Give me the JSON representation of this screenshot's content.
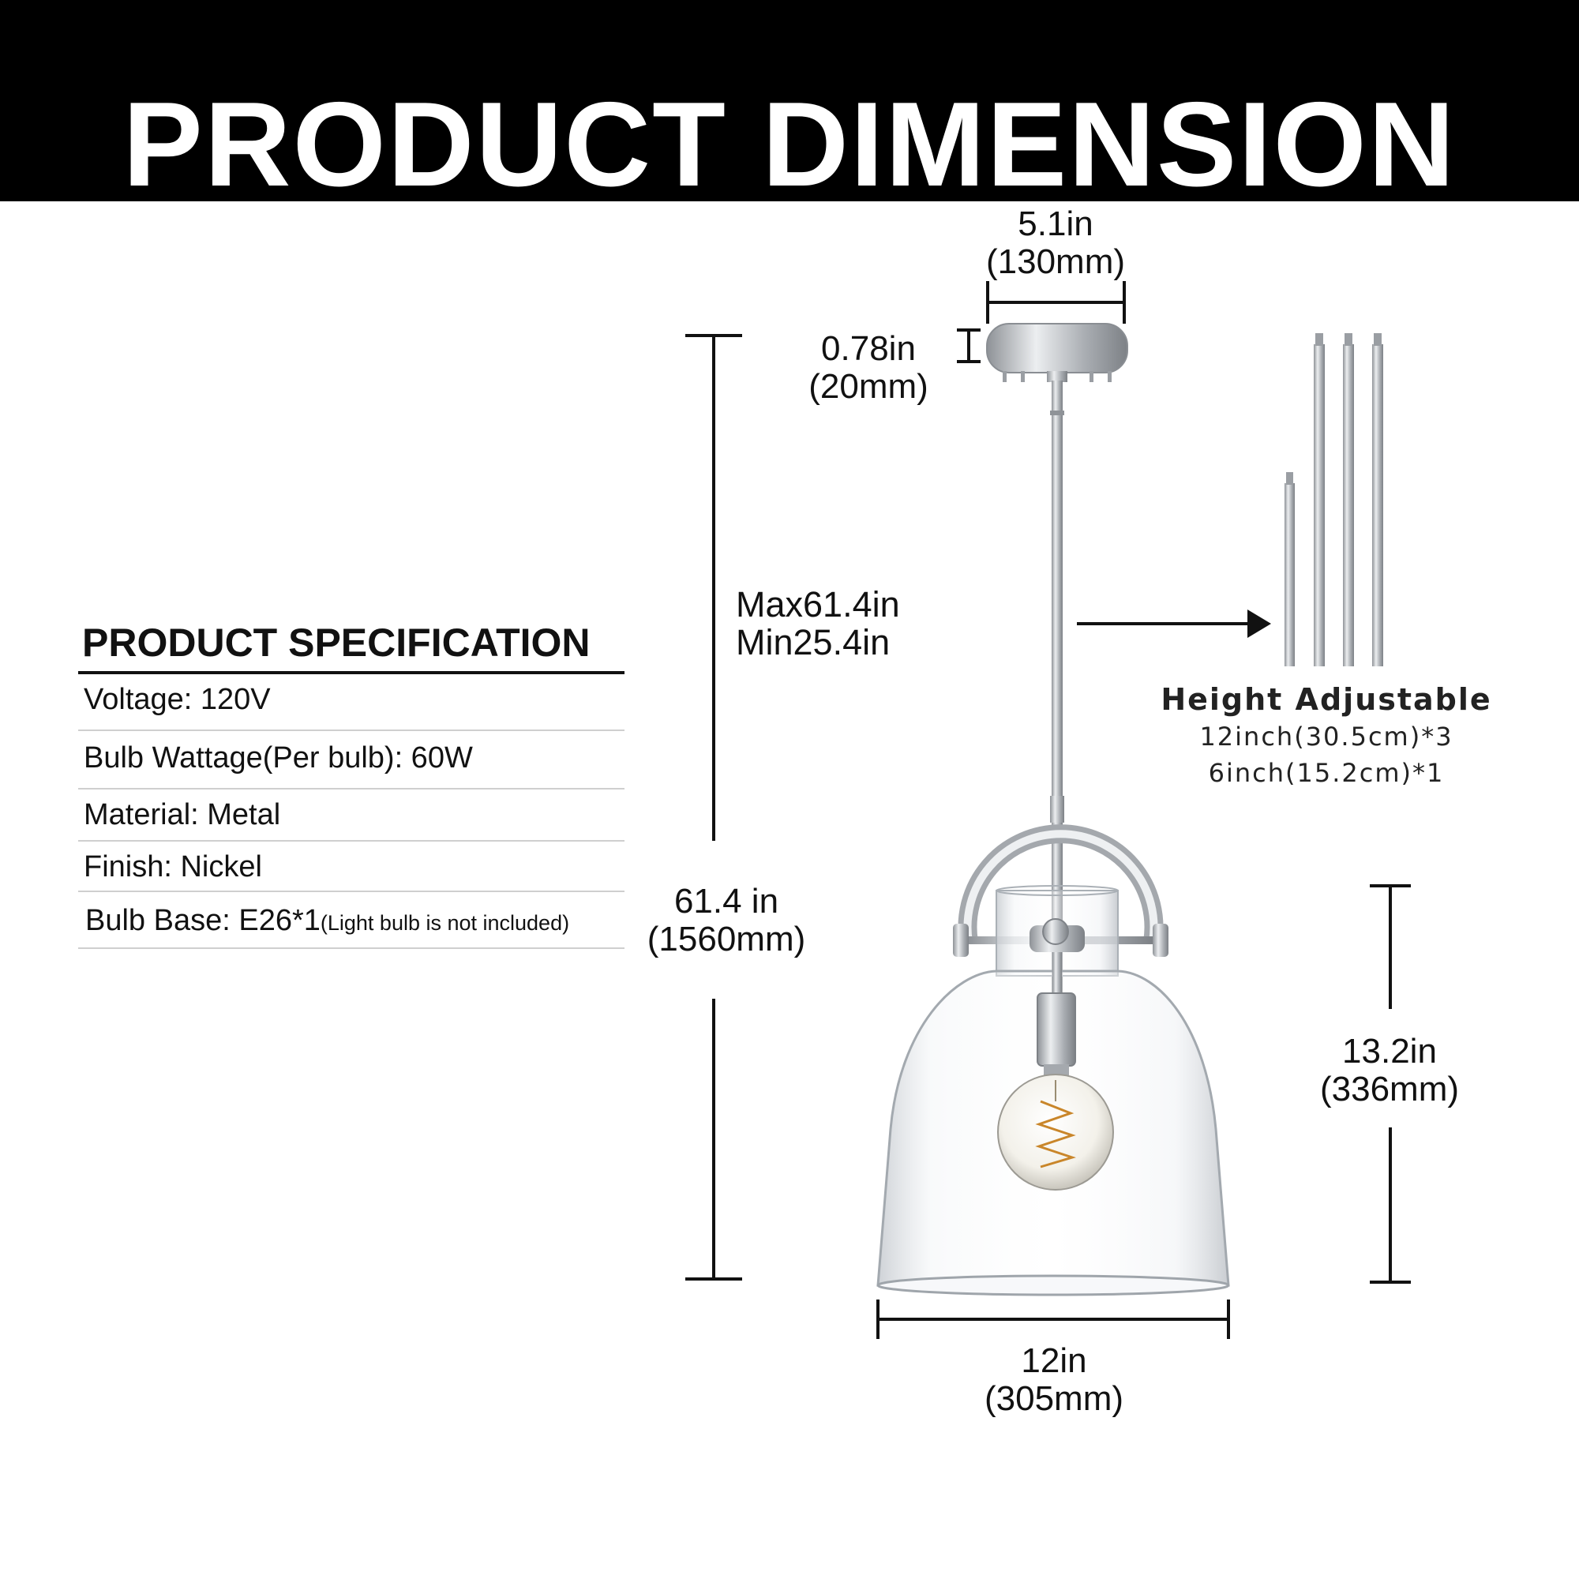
{
  "banner": {
    "title": "PRODUCT DIMENSION"
  },
  "dimensions": {
    "canopy_width": {
      "in": "5.1in",
      "mm": "(130mm)"
    },
    "canopy_height": {
      "in": "0.78in",
      "mm": "(20mm)"
    },
    "rod_length": {
      "max": "Max61.4in",
      "min": "Min25.4in"
    },
    "total_height": {
      "in": "61.4 in",
      "mm": "(1560mm)"
    },
    "shade_height": {
      "in": "13.2in",
      "mm": "(336mm)"
    },
    "shade_width": {
      "in": "12in",
      "mm": "(305mm)"
    }
  },
  "height_adjustable": {
    "title": "Height Adjustable",
    "line1": "12inch(30.5cm)*3",
    "line2": "6inch(15.2cm)*1"
  },
  "specification": {
    "title": "PRODUCT SPECIFICATION",
    "items": [
      {
        "text": "Voltage: 120V"
      },
      {
        "text": "Bulb Wattage(Per bulb): 60W"
      },
      {
        "text": "Material: Metal"
      },
      {
        "text": "Finish: Nickel"
      },
      {
        "text": "Bulb Base: E26*1",
        "note": "(Light bulb is not included)"
      }
    ]
  },
  "colors": {
    "banner_bg": "#000000",
    "banner_text": "#ffffff",
    "nickel": "#b9bcc0",
    "glass": "#e9edf1"
  }
}
